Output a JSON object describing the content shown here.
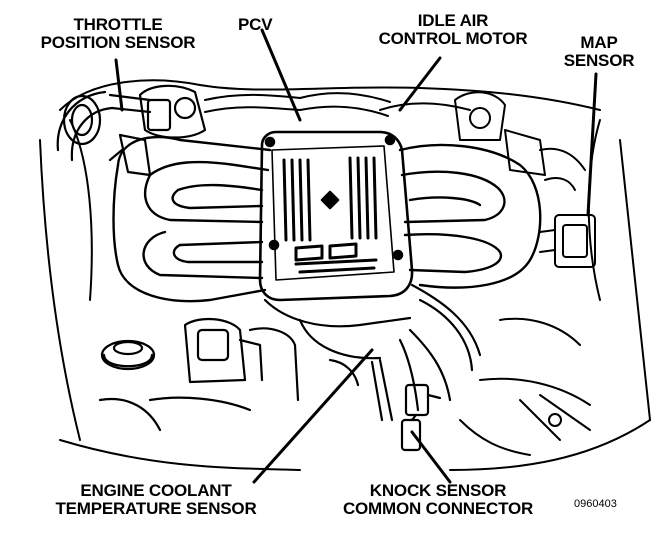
{
  "labels": {
    "throttle_position_sensor": [
      "THROTTLE",
      "POSITION SENSOR"
    ],
    "pcv": [
      "PCV"
    ],
    "idle_air_control_motor": [
      "IDLE AIR",
      "CONTROL MOTOR"
    ],
    "map_sensor": [
      "MAP",
      "SENSOR"
    ],
    "engine_coolant_temperature_sensor": [
      "ENGINE COOLANT",
      "TEMPERATURE SENSOR"
    ],
    "knock_sensor_common_connector": [
      "KNOCK SENSOR",
      "COMMON CONNECTOR"
    ]
  },
  "figure_id": "0960403",
  "colors": {
    "ink": "#000000",
    "paper": "#ffffff"
  }
}
